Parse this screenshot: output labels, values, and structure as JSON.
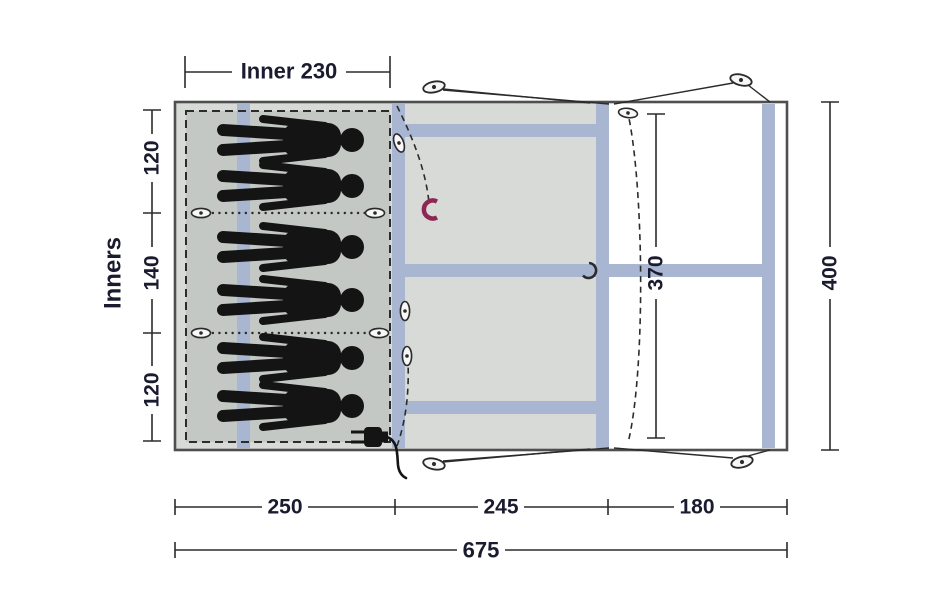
{
  "diagram": {
    "type": "tent-floorplan-top-view",
    "labels": {
      "inner_width": "Inner 230",
      "inners": "Inners"
    },
    "dimensions": {
      "cabin_top": "120",
      "cabin_middle": "140",
      "cabin_bottom": "120",
      "depth_total": "400",
      "depth_inner": "370",
      "section_sleeping": "250",
      "section_living": "245",
      "section_porch": "180",
      "width_total": "675"
    },
    "figures": {
      "person_count": 6
    },
    "icons": {
      "zip_pull": "oval-toggle",
      "peg": "oval-peg",
      "magnet": "horseshoe-magnet",
      "hook": "hook",
      "power_inlet": "plug-with-cable"
    },
    "colors": {
      "outline": "#4f4f4f",
      "body_fill": "#d7dad7",
      "inner_fill": "#c4c8c4",
      "pole": "#a9b6d2",
      "person": "#141414",
      "dim": "#2b2b2b",
      "dim_text": "#1b1b2f",
      "magnet": "#8d2653"
    }
  }
}
